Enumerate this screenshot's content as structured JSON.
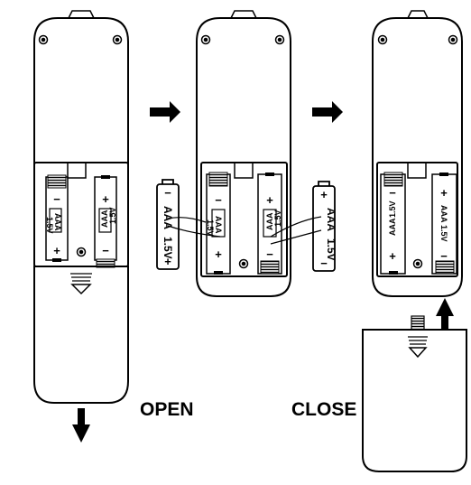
{
  "labels": {
    "open": "OPEN",
    "close": "CLOSE"
  },
  "battery": {
    "type": "AAA",
    "voltage": "1.5V",
    "plus": "+",
    "minus": "−"
  },
  "colors": {
    "stroke": "#000000",
    "background": "#ffffff"
  }
}
